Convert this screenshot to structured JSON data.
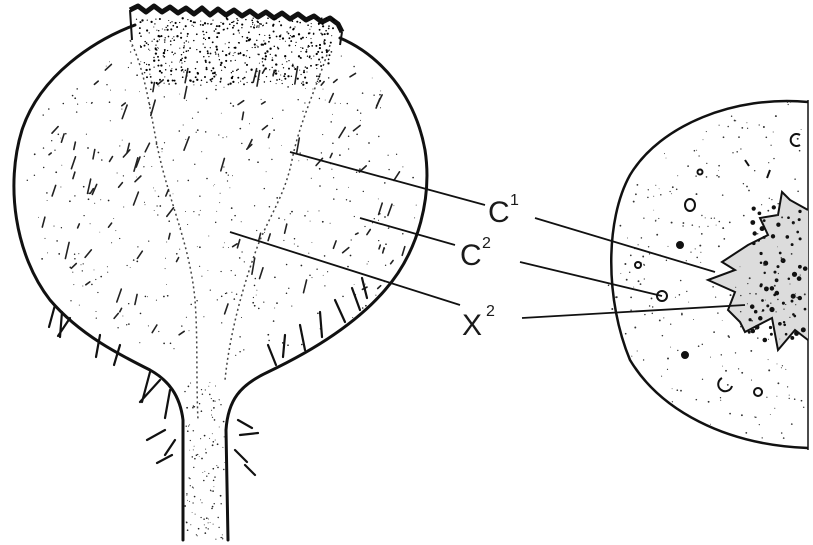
{
  "labels": [
    {
      "id": "c1",
      "letter": "C",
      "sup": "1"
    },
    {
      "id": "c2",
      "letter": "C",
      "sup": "2"
    },
    {
      "id": "x2",
      "letter": "X",
      "sup": "2"
    }
  ]
}
